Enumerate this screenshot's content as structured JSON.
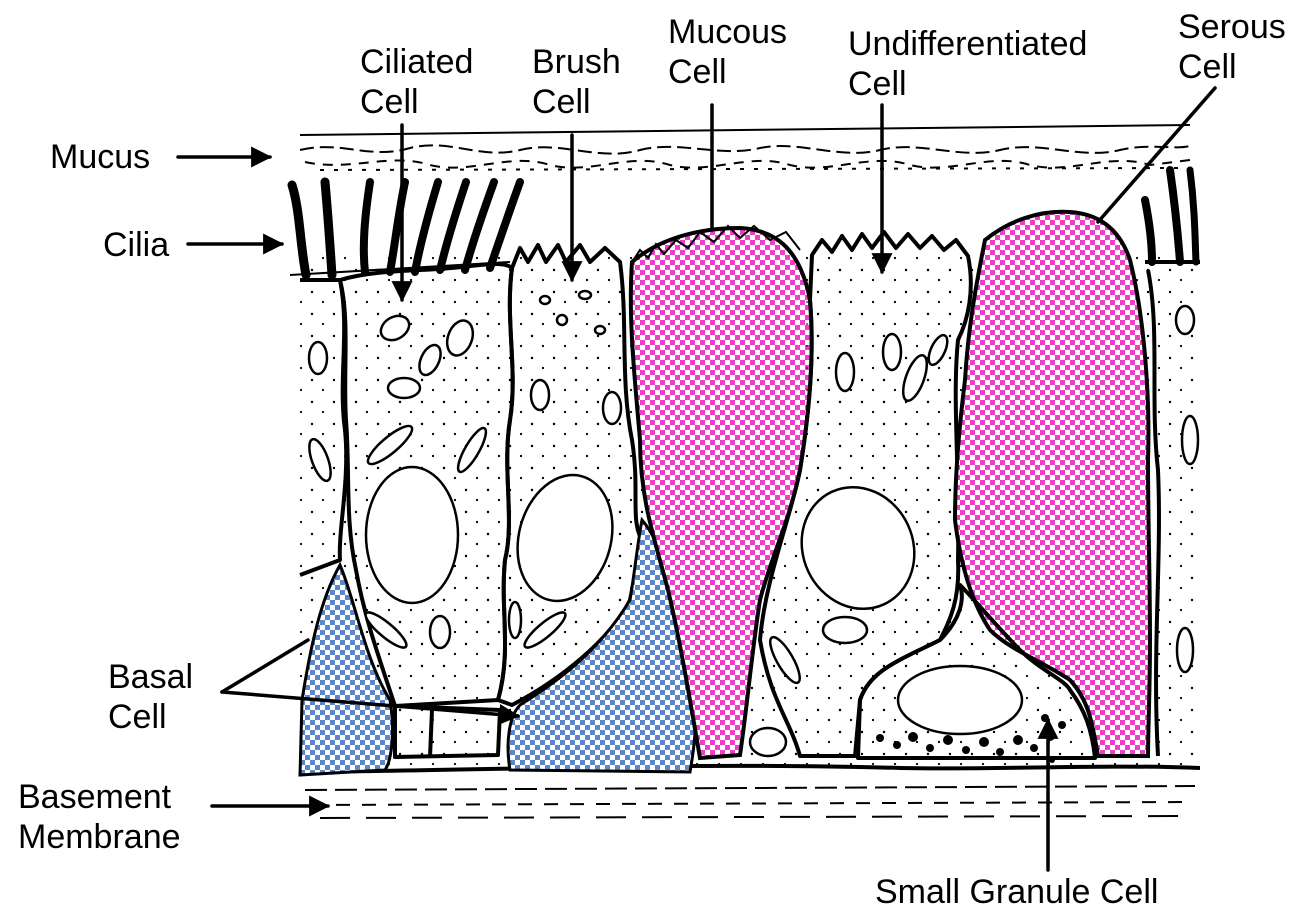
{
  "labels": {
    "mucus": "Mucus",
    "cilia": "Cilia",
    "ciliated_1": "Ciliated",
    "ciliated_2": "Cell",
    "brush_1": "Brush",
    "brush_2": "Cell",
    "mucous_1": "Mucous",
    "mucous_2": "Cell",
    "undiff_1": "Undifferentiated",
    "undiff_2": "Cell",
    "serous_1": "Serous",
    "serous_2": "Cell",
    "basal_1": "Basal",
    "basal_2": "Cell",
    "basement_1": "Basement",
    "basement_2": "Membrane",
    "small_granule": "Small Granule Cell"
  },
  "colors": {
    "basal_cell_fill": "#5b86c9",
    "secretory_cell_fill": "#ef3fc8",
    "outline": "#000000"
  }
}
